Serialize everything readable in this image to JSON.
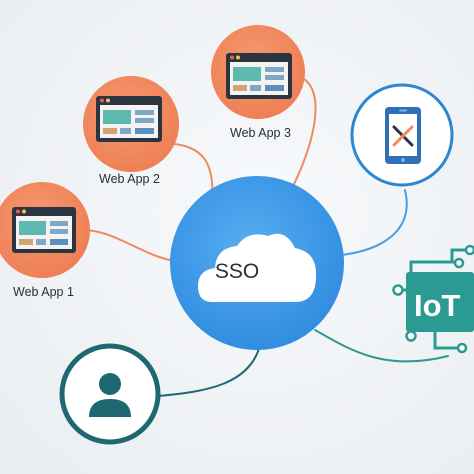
{
  "center": {
    "label": "SSO"
  },
  "apps": [
    {
      "label": "Web App 1"
    },
    {
      "label": "Web App 2"
    },
    {
      "label": "Web App 3"
    }
  ],
  "mobile": {
    "icon": "smartphone-icon"
  },
  "iot": {
    "label": "IoT",
    "icon": "circuit-chip-icon"
  },
  "user": {
    "icon": "user-avatar-icon"
  },
  "colors": {
    "hub": "#3d9be9",
    "app_circle": "#f2875e",
    "mobile_ring": "#2e86d0",
    "iot": "#2b9a93",
    "user_ring": "#1e6872",
    "link_orange": "#f08a5d",
    "link_blue": "#4a9de0",
    "link_teal": "#2b9a93"
  }
}
